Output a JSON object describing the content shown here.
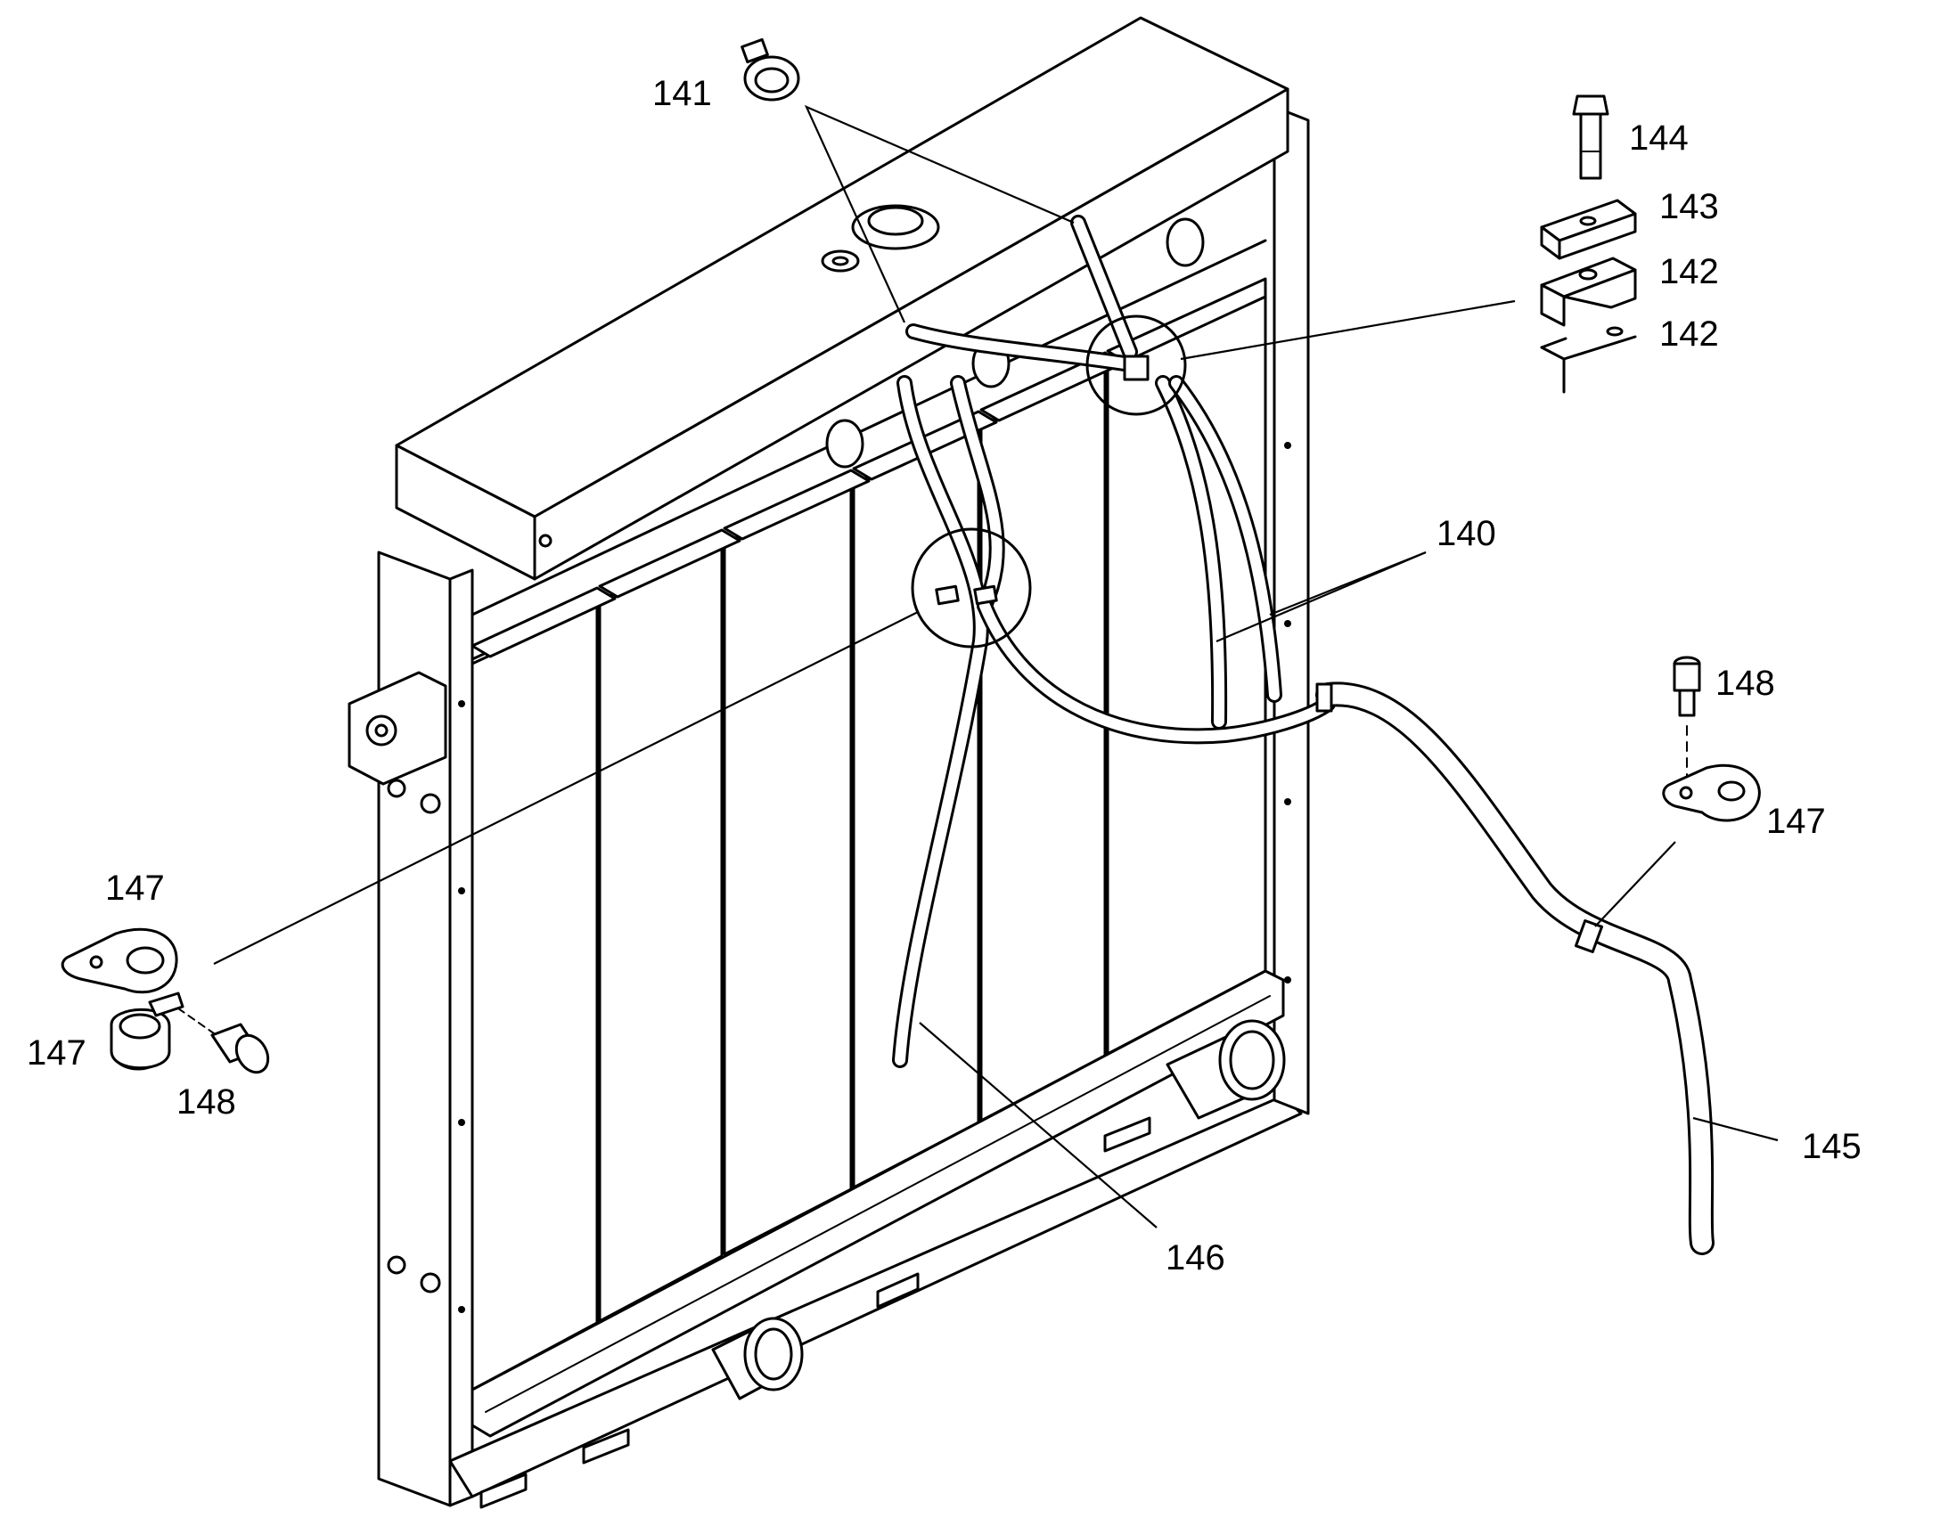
{
  "callouts": {
    "c140": "140",
    "c141": "141",
    "c142a": "142",
    "c142b": "142",
    "c143": "143",
    "c144": "144",
    "c145": "145",
    "c146": "146",
    "c147a": "147",
    "c147b": "147",
    "c147c": "147",
    "c148a": "148",
    "c148b": "148"
  }
}
